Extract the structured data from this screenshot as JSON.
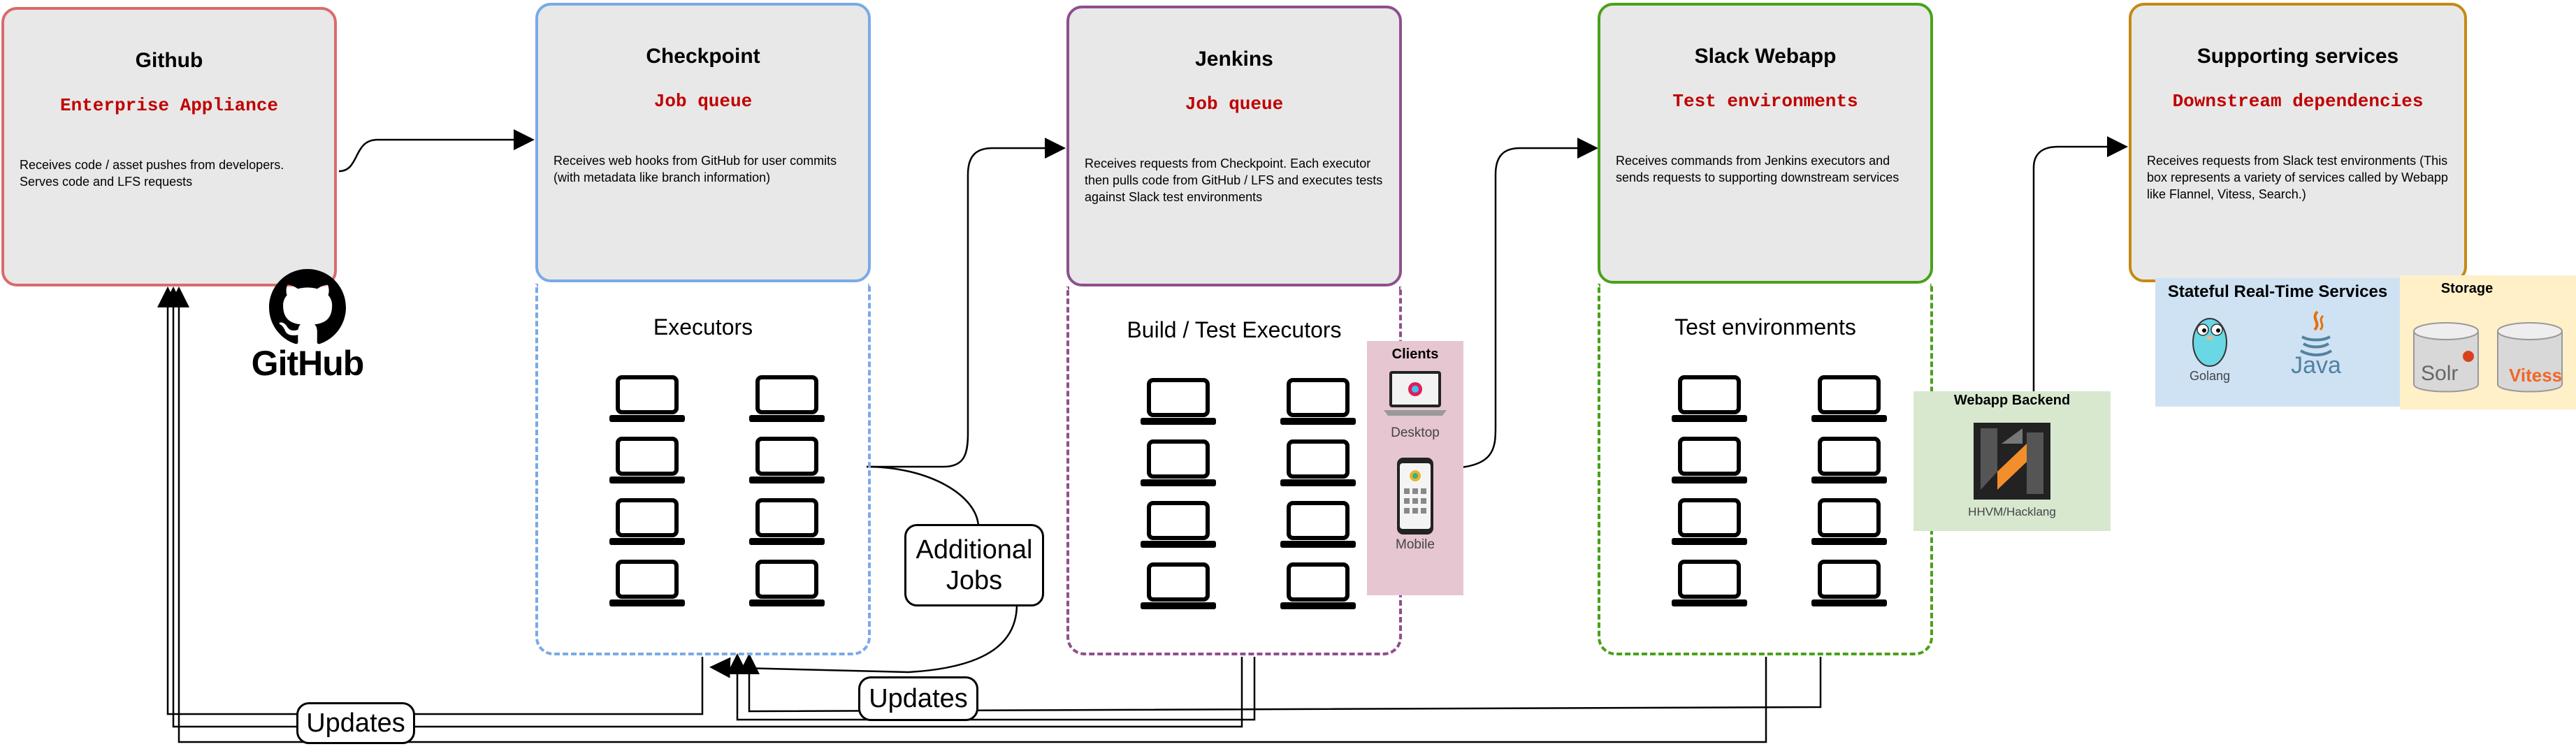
{
  "columns": [
    {
      "title": "Github",
      "subtitle": "Enterprise Appliance",
      "desc": "Receives code / asset pushes from developers. Serves code and LFS requests",
      "border": "#d96b6b"
    },
    {
      "title": "Checkpoint",
      "subtitle": "Job queue",
      "desc": "Receives web hooks from GitHub for user commits (with metadata like branch information)",
      "border": "#7aa9e8"
    },
    {
      "title": "Jenkins",
      "subtitle": "Job queue",
      "desc": "Receives requests from Checkpoint. Each executor then pulls code from GitHub / LFS and executes tests against Slack test environments",
      "border": "#8e4f8e"
    },
    {
      "title": "Slack Webapp",
      "subtitle": "Test environments",
      "desc": "Receives commands from Jenkins executors and sends requests to supporting downstream services",
      "border": "#49a11a"
    },
    {
      "title": "Supporting services",
      "subtitle": "Downstream dependencies",
      "desc": "Receives requests from Slack test environments (This box represents a variety of services called by Webapp like Flannel, Vitess, Search.)",
      "border": "#c48a14"
    }
  ],
  "executors": {
    "checkpoint": "Executors",
    "jenkins": "Build / Test Executors",
    "webapp": "Test environments"
  },
  "github_logo_text": "GitHub",
  "clients": {
    "title": "Clients",
    "desktop": "Desktop",
    "mobile": "Mobile"
  },
  "webapp_backend": {
    "title": "Webapp Backend",
    "caption": "HHVM/Hacklang"
  },
  "stateful": {
    "title": "Stateful Real-Time Services",
    "golang": "Golang",
    "java": "Java"
  },
  "storage": {
    "title": "Storage",
    "solr": "Solr",
    "vitess": "Vitess"
  },
  "bubbles": {
    "additional_jobs": "Additional Jobs",
    "updates_left": "Updates",
    "updates_mid": "Updates"
  },
  "colors": {
    "github": "#d96b6b",
    "checkpoint": "#7aa9e8",
    "jenkins": "#8e4f8e",
    "webapp": "#49a11a",
    "supporting": "#c48a14",
    "clients_bg": "#e6c6d1",
    "backend_bg": "#d7e8cf",
    "stateful_bg": "#cfe2f3",
    "storage_bg": "#fff0c8"
  }
}
